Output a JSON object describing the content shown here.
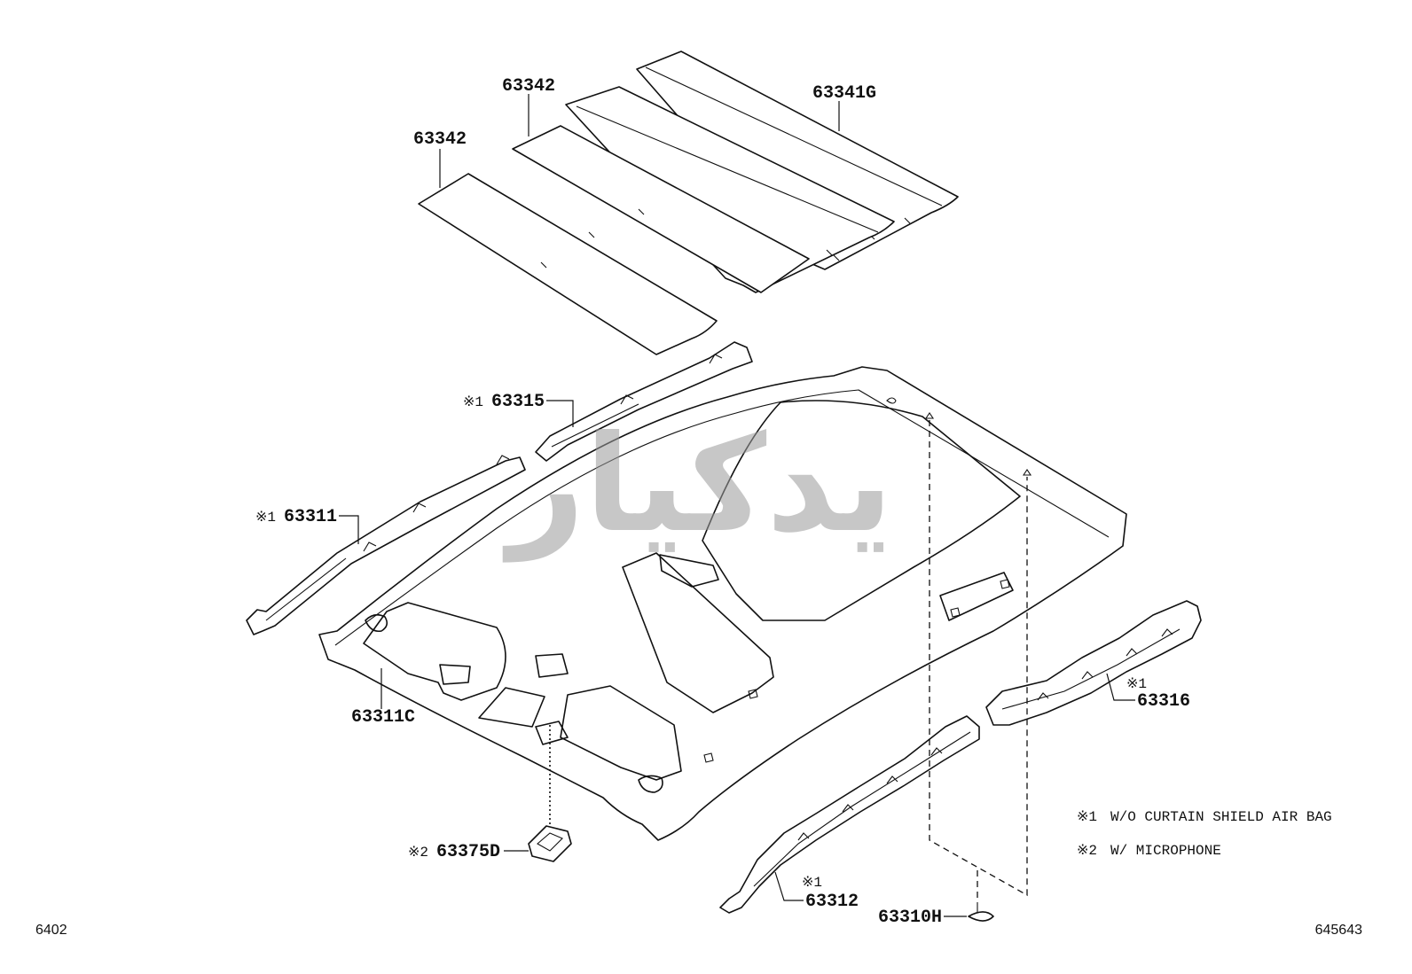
{
  "labels": {
    "p63341g": "63341G",
    "p63342_upper": "63342",
    "p63342_lower": "63342",
    "p63315_mark": "※1",
    "p63315": "63315",
    "p63311_mark": "※1",
    "p63311": "63311",
    "p63311c": "63311C",
    "p63375d_mark": "※2",
    "p63375d": "63375D",
    "p63312_mark": "※1",
    "p63312": "63312",
    "p63310h": "63310H",
    "p63316_mark": "※1",
    "p63316": "63316"
  },
  "notes": [
    {
      "mark": "※1",
      "text": "W/O CURTAIN SHIELD AIR BAG"
    },
    {
      "mark": "※2",
      "text": "W/ MICROPHONE"
    }
  ],
  "footer": {
    "left": "6402",
    "right": "645643"
  },
  "watermark": {
    "text": "یدکیار"
  }
}
